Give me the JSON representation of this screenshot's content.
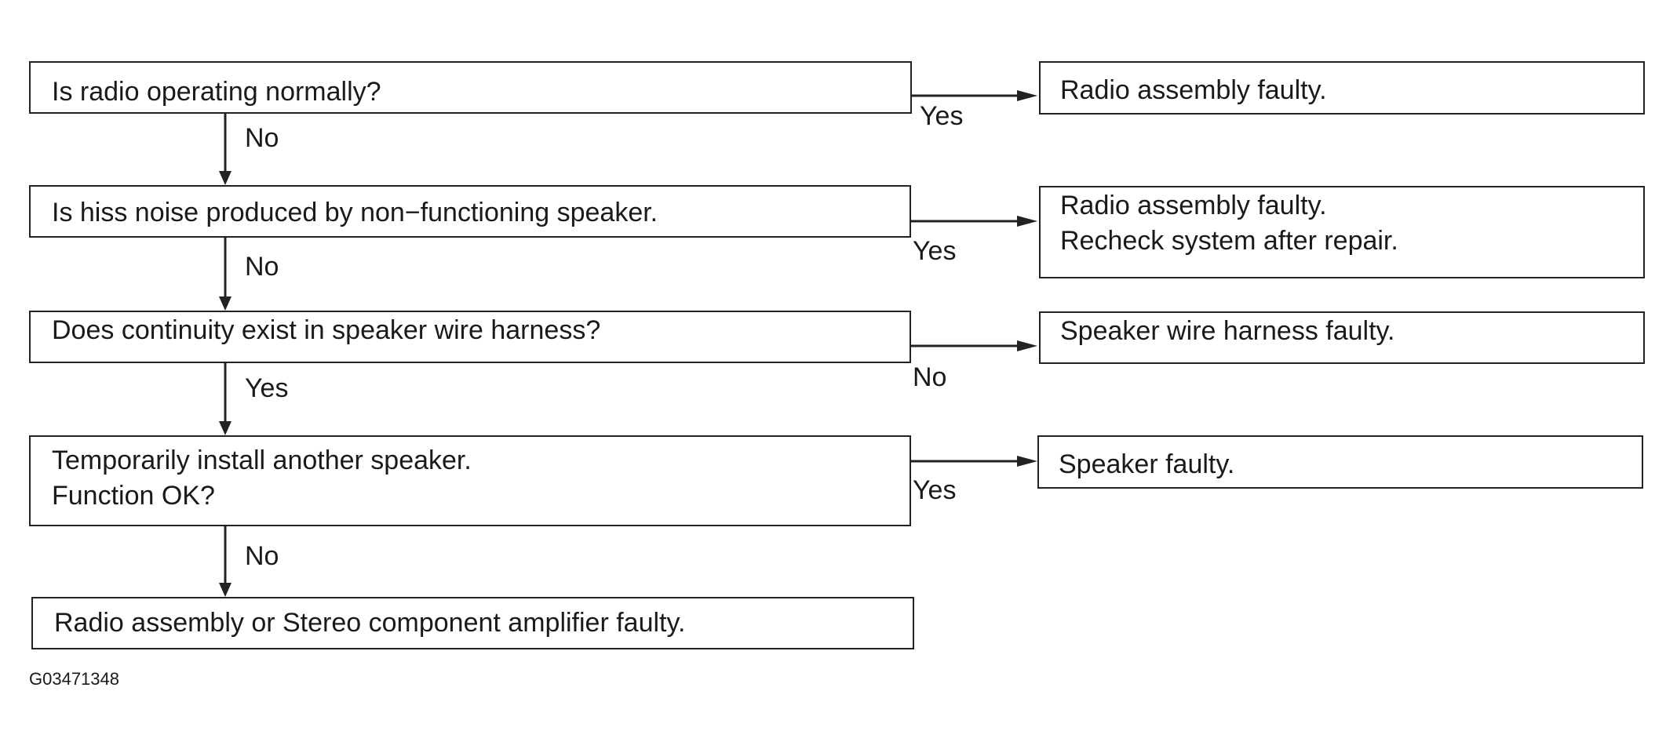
{
  "questions": [
    {
      "lines": [
        "Is radio operating normally?"
      ]
    },
    {
      "lines": [
        "Is hiss noise produced by non−functioning speaker."
      ]
    },
    {
      "lines": [
        "Does continuity exist in speaker wire harness?"
      ]
    },
    {
      "lines": [
        "Temporarily install another speaker.",
        "Function OK?"
      ]
    }
  ],
  "results": [
    {
      "lines": [
        "Radio assembly faulty."
      ]
    },
    {
      "lines": [
        "Radio assembly faulty.",
        "Recheck system after repair."
      ]
    },
    {
      "lines": [
        "Speaker wire harness faulty."
      ]
    },
    {
      "lines": [
        "Speaker faulty."
      ]
    }
  ],
  "final": {
    "lines": [
      "Radio assembly or Stereo component amplifier faulty."
    ]
  },
  "branch_labels": {
    "right": [
      "Yes",
      "Yes",
      "No",
      "Yes"
    ],
    "down": [
      "No",
      "No",
      "Yes",
      "No"
    ]
  },
  "figure_id": "G03471348"
}
